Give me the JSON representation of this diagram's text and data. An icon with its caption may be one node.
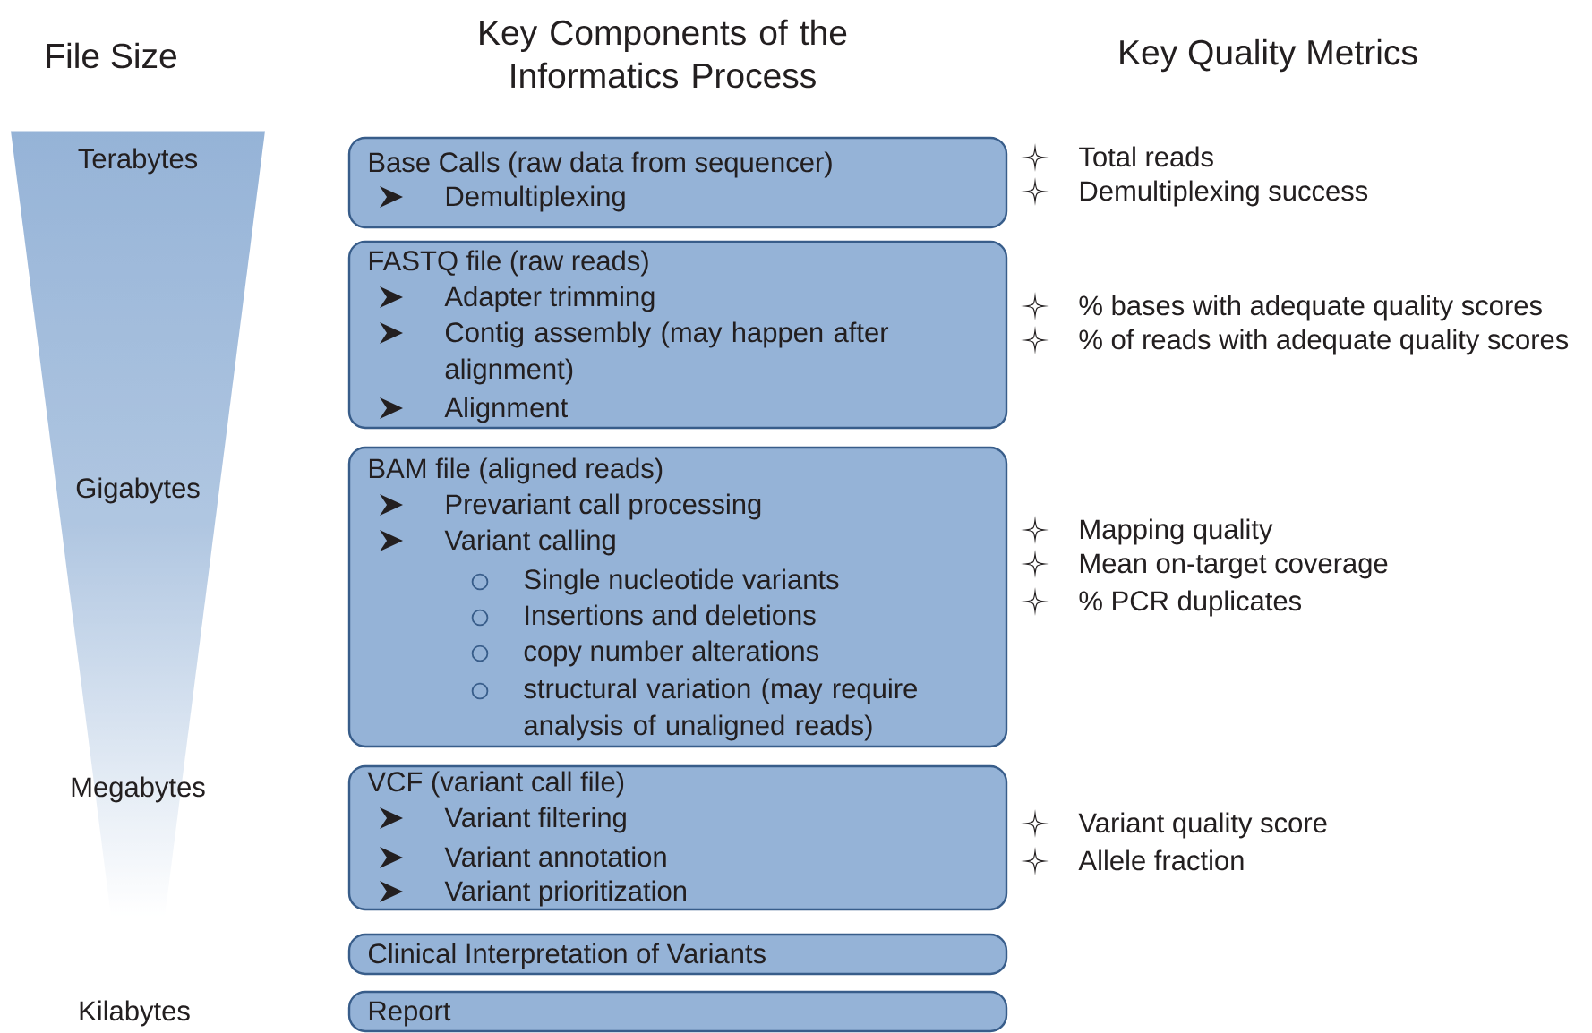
{
  "diagram": {
    "nodes": [
      {
        "text": [
          "Terabytes",
          "Gigabytes",
          "Megabytes"
        ]
      },
      {
        "text": [
          "Base Calls (raw data from sequencer)",
          "Demultiplexing"
        ]
      },
      {
        "text": [
          "FASTQ file (raw reads)",
          "Adapter trimming",
          "Contig assembly (may happen after alignment)",
          "Alignment"
        ]
      },
      {
        "text": [
          "BAM file (aligned reads)",
          "Prevariant call processing",
          "Variant calling",
          "Single nucleotide variants",
          "Insertions and deletions",
          "copy number alterations",
          "structural variation (may require analysis of unaligned reads)"
        ]
      },
      {
        "text": [
          "VCF (variant call file)",
          "Variant filtering",
          "Variant annotation",
          "Variant prioritization"
        ]
      },
      {
        "text": [
          "Clinical Interpretation of Variants"
        ]
      },
      {
        "text": [
          "Report"
        ]
      }
    ],
    "labels": [
      "File Size",
      "Key Components of the Informatics Process",
      "Key Quality Metrics",
      "Total reads",
      "Demultiplexing success",
      "% bases with adequate quality scores",
      "% of reads with adequate quality scores",
      "Mapping quality",
      "Mean on-target coverage",
      "% PCR duplicates",
      "Variant quality score",
      "Allele fraction",
      "Kilabytes"
    ]
  }
}
